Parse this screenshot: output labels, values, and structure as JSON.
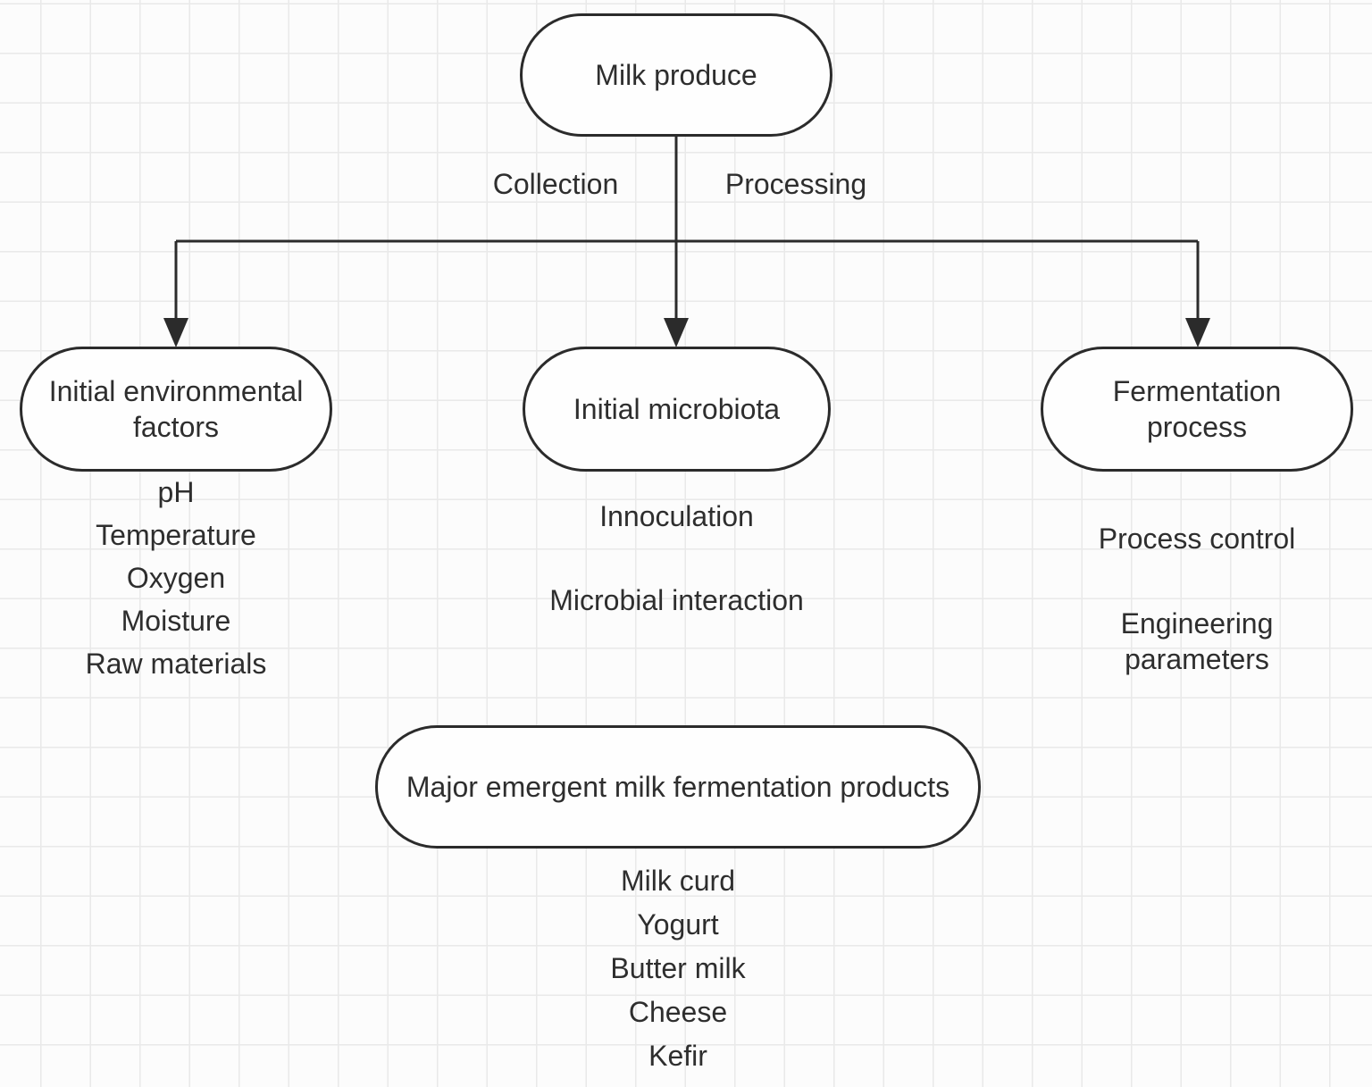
{
  "canvas": {
    "background_color": "#fcfcfc",
    "grid_line_color": "#e9e9e9",
    "stroke_color": "#2b2b2b",
    "text_color": "#2e2e2e"
  },
  "diagram": {
    "root": {
      "label": "Milk produce"
    },
    "edge_labels": {
      "left": "Collection",
      "right": "Processing"
    },
    "branches": [
      {
        "label": "Initial environmental factors",
        "items": [
          "pH",
          "Temperature",
          "Oxygen",
          "Moisture",
          "Raw materials"
        ]
      },
      {
        "label": "Initial microbiota",
        "items": [
          "Innoculation",
          "Microbial interaction"
        ]
      },
      {
        "label": "Fermentation process",
        "items": [
          "Process control",
          "Engineering parameters"
        ]
      }
    ],
    "bottom": {
      "label": "Major emergent milk fermentation products",
      "items": [
        "Milk curd",
        "Yogurt",
        "Butter milk",
        "Cheese",
        "Kefir"
      ]
    }
  }
}
